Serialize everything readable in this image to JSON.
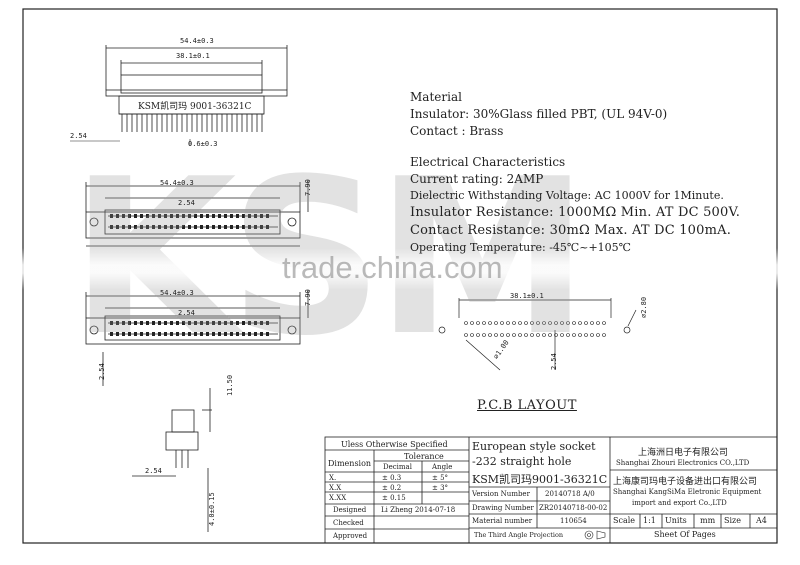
{
  "watermark": {
    "letters": "KSM",
    "site": "trade.china.com"
  },
  "spec": {
    "material_heading": "Material",
    "insulator": "Insulator: 30%Glass filled PBT, (UL 94V-0)",
    "contact": "Contact :   Brass",
    "electrical_heading": "Electrical Characteristics",
    "current": "Current rating: 2AMP",
    "dielectric": "Dielectric Withstanding Voltage: AC 1000V for 1Minute.",
    "insulation": "Insulator Resistance: 1000MΩ Min. AT DC 500V.",
    "contact_res": "Contact Resistance: 30mΩ  Max. AT DC 100mA.",
    "operating": "Operating Temperature: -45℃~+105℃"
  },
  "drawing": {
    "part_label": "KSM凯司玛 9001-36321C",
    "dims": {
      "d544a": "54.4±0.3",
      "d381a": "38.1±0.1",
      "d254a": "2.54",
      "d06": "0.6±0.3",
      "d544b": "54.4±0.3",
      "d790a": "7.90",
      "d254b": "2.54",
      "d544c": "54.4±0.3",
      "d790b": "7.90",
      "d254c": "2.54",
      "d254d": "2.54",
      "d1150": "11.50",
      "d254e": "2.54",
      "d40": "4.0±0.15",
      "pcb381": "38.1±0.1",
      "pcb28": "⌀2.80",
      "pcb10": "⌀1.00",
      "pcb254": "2.54"
    },
    "pcb_title": "P.C.B  LAYOUT"
  },
  "title_block": {
    "tol_header": "Uless Otherwise Specified",
    "tolerance": "Tolerance",
    "dimension": "Dimension",
    "decimal": "Decimal",
    "angle": "Angle",
    "rows": [
      {
        "dim": "X.",
        "dec": "± 0.3",
        "ang": "± 5°"
      },
      {
        "dim": "X.X",
        "dec": "± 0.2",
        "ang": "± 3°"
      },
      {
        "dim": "X.XX",
        "dec": "± 0.15",
        "ang": ""
      }
    ],
    "designed": "Designed",
    "designer": "Li Zheng 2014-07-18",
    "checked": "Checked",
    "approved": "Approved",
    "product_line1": "European style socket",
    "product_line2": "-232 straight hole",
    "product_line3": "KSM凯司玛9001-36321C",
    "version_label": "Version Number",
    "version_value": "20140718 A/0",
    "drawing_label": "Drawing Number",
    "drawing_value": "ZR20140718-00-02",
    "material_label": "Material number",
    "material_value": "110654",
    "projection": "The Third Angle Projection",
    "company1_cn": "上海洲日电子有限公司",
    "company1_en": "Shanghai Zhouri Electronics CO.,LTD",
    "company2_cn": "上海康司玛电子设备进出口有限公司",
    "company2_en1": "Shanghai KangSiMa Eletronic Equipment",
    "company2_en2": "import and export Co.,LTD",
    "scale_label": "Scale",
    "scale_value": "1:1",
    "units_label": "Units",
    "units_value": "mm",
    "size_label": "Size",
    "size_value": "A4",
    "sheet": "Sheet Of Pages"
  }
}
